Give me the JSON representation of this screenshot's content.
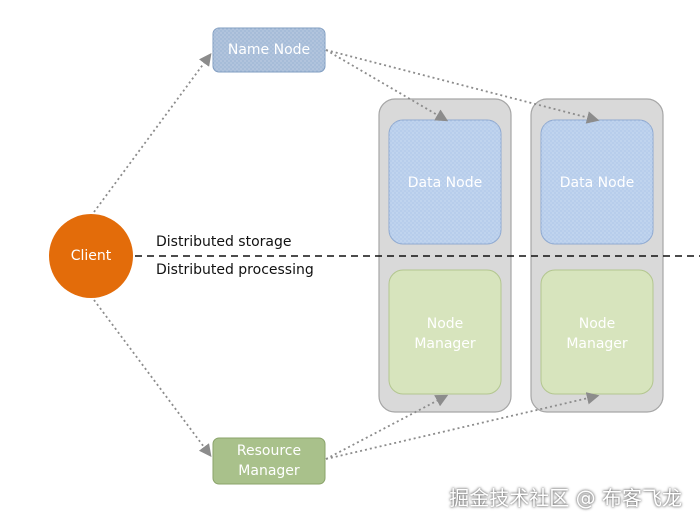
{
  "nodes": {
    "name_node": "Name Node",
    "client": "Client",
    "resource_manager": "Resource\nManager",
    "data_node_1": "Data Node",
    "data_node_2": "Data Node",
    "node_manager_1": "Node\nManager",
    "node_manager_2": "Node\nManager"
  },
  "labels": {
    "storage": "Distributed storage",
    "processing": "Distributed processing"
  },
  "watermark": "掘金技术社区 @ 布客飞龙",
  "colors": {
    "client": "#E36C0A",
    "name_node": "#A6BCD8",
    "data_node": "#B7CDEB",
    "node_manager": "#D7E4BD",
    "resource_manager": "#A9C18B",
    "server_group": "#D9D9D9",
    "arrows": "#8C8C8C"
  }
}
